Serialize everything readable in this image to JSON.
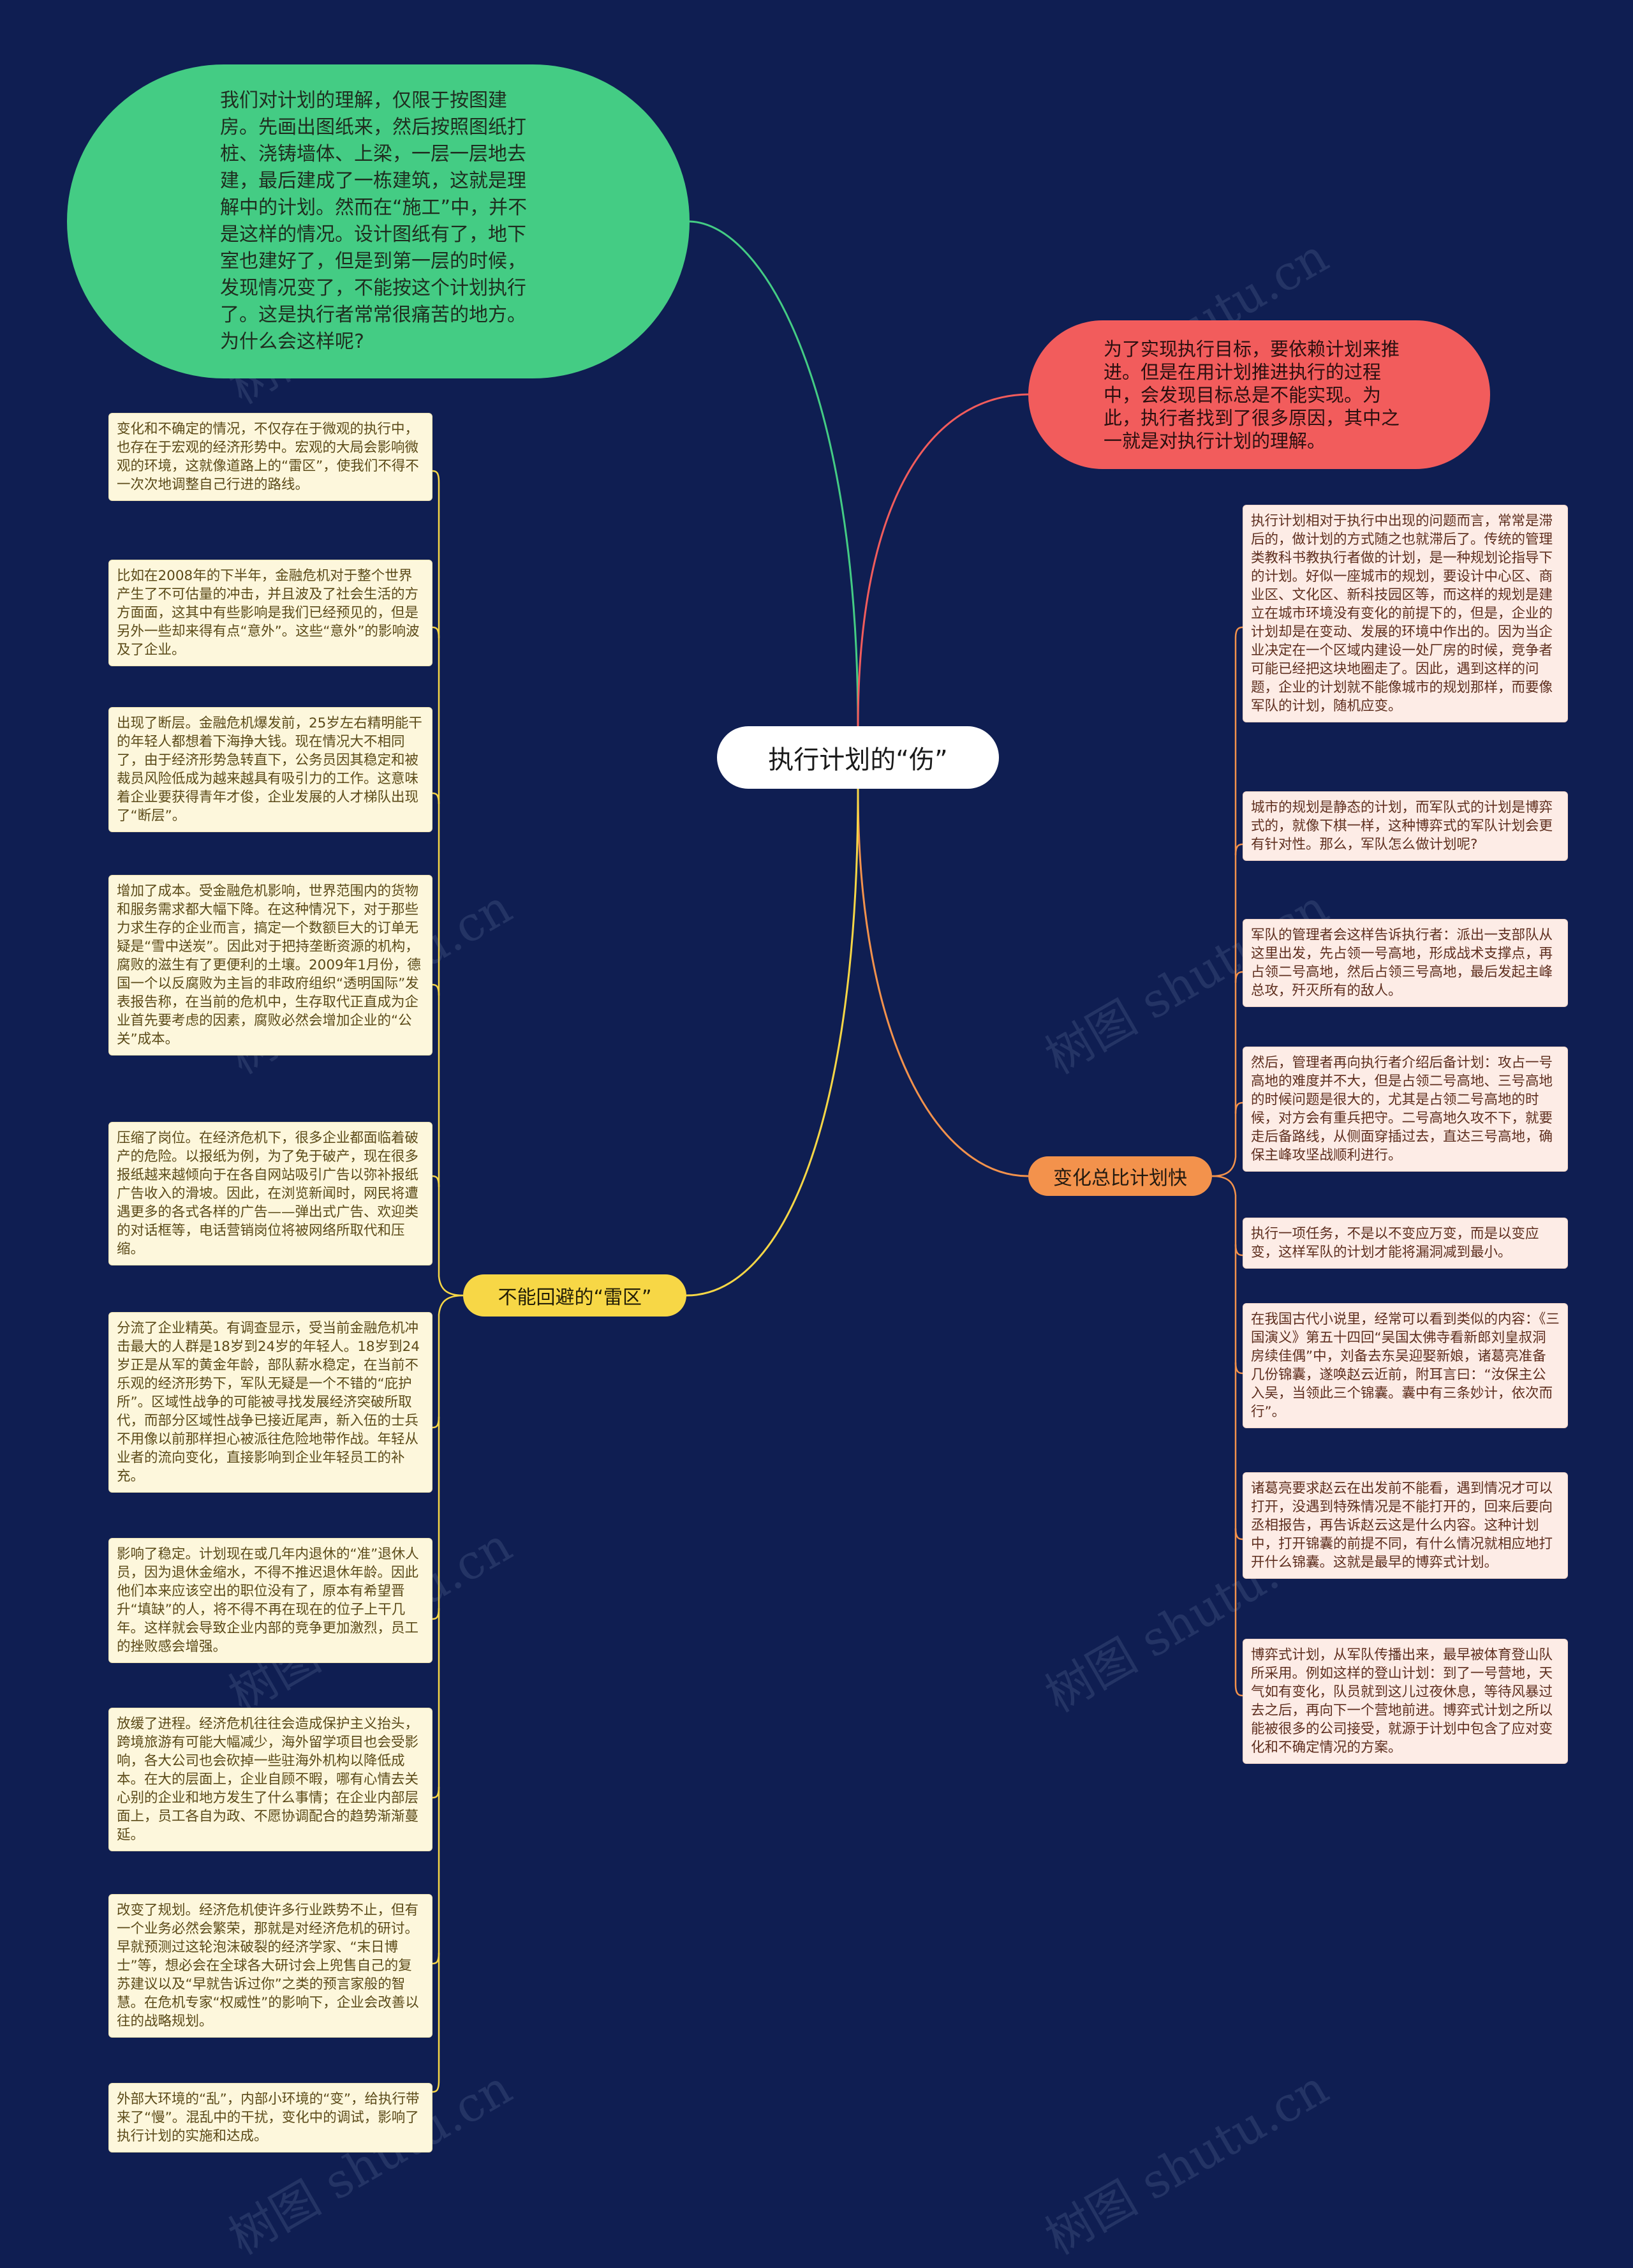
{
  "root": {
    "label": "执行计划的“伤”"
  },
  "topics": {
    "green": {
      "text": "我们对计划的理解，仅限于按图建房。先画出图纸来，然后按照图纸打桩、浇铸墙体、上梁，一层一层地去建，最后建成了一栋建筑，这就是理解中的计划。然而在“施工”中，并不是这样的情况。设计图纸有了，地下室也建好了，但是到第一层的时候，发现情况变了，不能按这个计划执行了。这是执行者常常很痛苦的地方。为什么会这样呢?"
    },
    "red": {
      "text": "为了实现执行目标，要依赖计划来推进。但是在用计划推进执行的过程中，会发现目标总是不能实现。为此，执行者找到了很多原因，其中之一就是对执行计划的理解。"
    },
    "orange": {
      "label": "变化总比计划快"
    },
    "yellow": {
      "label": "不能回避的“雷区”"
    }
  },
  "left_leaves": [
    "变化和不确定的情况，不仅存在于微观的执行中，也存在于宏观的经济形势中。宏观的大局会影响微观的环境，这就像道路上的“雷区”，使我们不得不一次次地调整自己行进的路线。",
    "比如在2008年的下半年，金融危机对于整个世界产生了不可估量的冲击，并且波及了社会生活的方方面面，这其中有些影响是我们已经预见的，但是另外一些却来得有点“意外”。这些“意外”的影响波及了企业。",
    "出现了断层。金融危机爆发前，25岁左右精明能干的年轻人都想着下海挣大钱。现在情况大不相同了，由于经济形势急转直下，公务员因其稳定和被裁员风险低成为越来越具有吸引力的工作。这意味着企业要获得青年才俊，企业发展的人才梯队出现了“断层”。",
    "增加了成本。受金融危机影响，世界范围内的货物和服务需求都大幅下降。在这种情况下，对于那些力求生存的企业而言，搞定一个数额巨大的订单无疑是“雪中送炭”。因此对于把持垄断资源的机构，腐败的滋生有了更便利的土壤。2009年1月份，德国一个以反腐败为主旨的非政府组织“透明国际”发表报告称，在当前的危机中，生存取代正直成为企业首先要考虑的因素，腐败必然会增加企业的“公关”成本。",
    "压缩了岗位。在经济危机下，很多企业都面临着破产的危险。以报纸为例，为了免于破产，现在很多报纸越来越倾向于在各自网站吸引广告以弥补报纸广告收入的滑坡。因此，在浏览新闻时，网民将遭遇更多的各式各样的广告——弹出式广告、欢迎类的对话框等，电话营销岗位将被网络所取代和压缩。",
    "分流了企业精英。有调查显示，受当前金融危机冲击最大的人群是18岁到24岁的年轻人。18岁到24岁正是从军的黄金年龄，部队薪水稳定，在当前不乐观的经济形势下，军队无疑是一个不错的“庇护所”。区域性战争的可能被寻找发展经济突破所取代，而部分区域性战争已接近尾声，新入伍的士兵不用像以前那样担心被派往危险地带作战。年轻从业者的流向变化，直接影响到企业年轻员工的补充。",
    "影响了稳定。计划现在或几年内退休的“准”退休人员，因为退休金缩水，不得不推迟退休年龄。因此他们本来应该空出的职位没有了，原本有希望晋升“填缺”的人，将不得不再在现在的位子上干几年。这样就会导致企业内部的竞争更加激烈，员工的挫败感会增强。",
    "放缓了进程。经济危机往往会造成保护主义抬头，跨境旅游有可能大幅减少，海外留学项目也会受影响，各大公司也会砍掉一些驻海外机构以降低成本。在大的层面上，企业自顾不暇，哪有心情去关心别的企业和地方发生了什么事情；在企业内部层面上，员工各自为政、不愿协调配合的趋势渐渐蔓延。",
    "改变了规划。经济危机使许多行业跌势不止，但有一个业务必然会繁荣，那就是对经济危机的研讨。早就预测过这轮泡沫破裂的经济学家、“末日博士”等，想必会在全球各大研讨会上兜售自己的复苏建议以及“早就告诉过你”之类的预言家般的智慧。在危机专家“权威性”的影响下，企业会改善以往的战略规划。",
    "外部大环境的“乱”，内部小环境的“变”，给执行带来了“慢”。混乱中的干扰，变化中的调试，影响了执行计划的实施和达成。"
  ],
  "right_leaves": [
    "执行计划相对于执行中出现的问题而言，常常是滞后的，做计划的方式随之也就滞后了。传统的管理类教科书教执行者做的计划，是一种规划论指导下的计划。好似一座城市的规划，要设计中心区、商业区、文化区、新科技园区等，而这样的规划是建立在城市环境没有变化的前提下的，但是，企业的计划却是在变动、发展的环境中作出的。因为当企业决定在一个区域内建设一处厂房的时候，竞争者可能已经把这块地圈走了。因此，遇到这样的问题，企业的计划就不能像城市的规划那样，而要像军队的计划，随机应变。",
    "城市的规划是静态的计划，而军队式的计划是博弈式的，就像下棋一样，这种博弈式的军队计划会更有针对性。那么，军队怎么做计划呢?",
    "军队的管理者会这样告诉执行者：派出一支部队从这里出发，先占领一号高地，形成战术支撑点，再占领二号高地，然后占领三号高地，最后发起主峰总攻，歼灭所有的敌人。",
    "然后，管理者再向执行者介绍后备计划：攻占一号高地的难度并不大，但是占领二号高地、三号高地的时候问题是很大的，尤其是占领二号高地的时候，对方会有重兵把守。二号高地久攻不下，就要走后备路线，从侧面穿插过去，直达三号高地，确保主峰攻坚战顺利进行。",
    "执行一项任务，不是以不变应万变，而是以变应变，这样军队的计划才能将漏洞减到最小。",
    "在我国古代小说里，经常可以看到类似的内容：《三国演义》第五十四回“吴国太佛寺看新郎刘皇叔洞房续佳偶”中，刘备去东吴迎娶新娘，诸葛亮准备几份锦囊，遂唤赵云近前，附耳言曰：“汝保主公入吴，当领此三个锦囊。囊中有三条妙计，依次而行”。",
    "诸葛亮要求赵云在出发前不能看，遇到情况才可以打开，没遇到特殊情况是不能打开的，回来后要向丞相报告，再告诉赵云这是什么内容。这种计划中，打开锦囊的前提不同，有什么情况就相应地打开什么锦囊。这就是最早的博弈式计划。",
    "博弈式计划，从军队传播出来，最早被体育登山队所采用。例如这样的登山计划：到了一号营地，天气如有变化，队员就到这儿过夜休息，等待风暴过去之后，再向下一个营地前进。博弈式计划之所以能被很多的公司接受，就源于计划中包含了应对变化和不确定情况的方案。"
  ],
  "watermark": "树图 shutu.cn",
  "colors": {
    "background": "#0f1e52",
    "green": "#44cc84",
    "red": "#f25c5c",
    "orange": "#f3924c",
    "yellow": "#f7d746"
  }
}
